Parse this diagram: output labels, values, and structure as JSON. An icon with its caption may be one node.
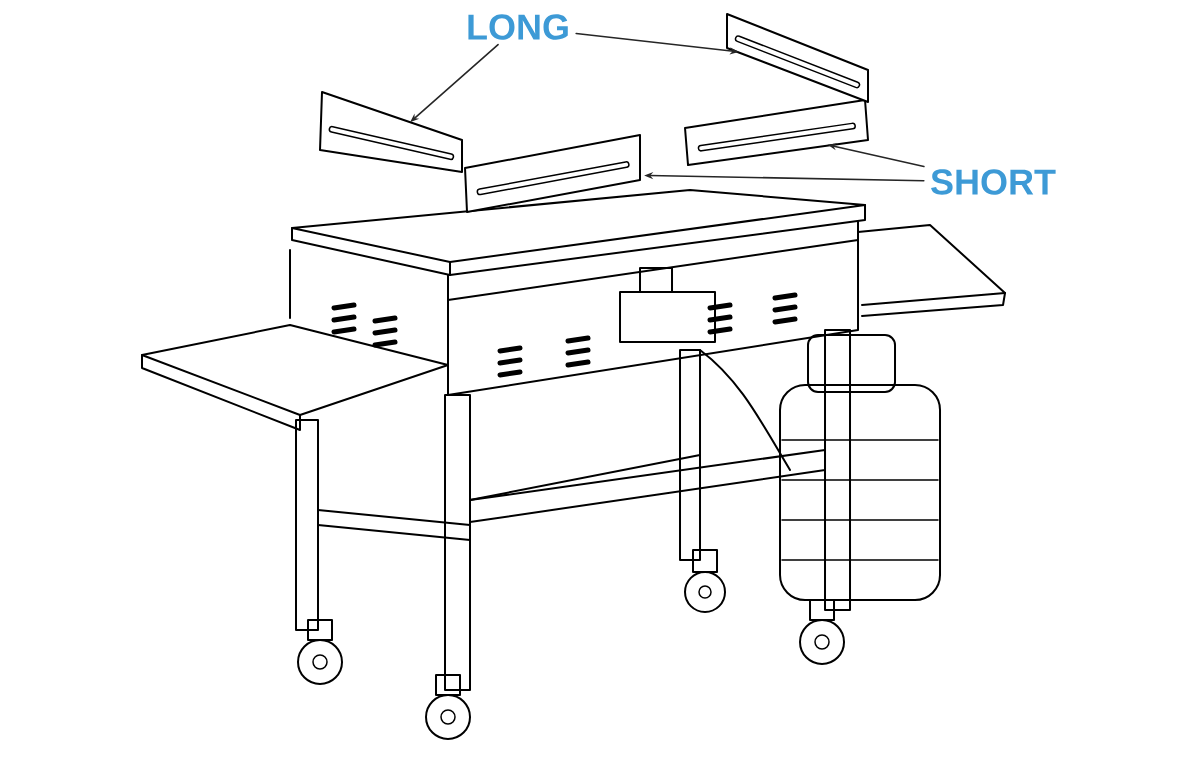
{
  "diagram": {
    "nodes": [
      {
        "text": [
          "LONG"
        ]
      },
      {
        "text": [
          "SHORT"
        ]
      },
      {
        "text": [],
        "shape": "picture"
      },
      {
        "text": [],
        "shape": "picture"
      },
      {
        "text": [],
        "shape": "picture"
      },
      {
        "text": [],
        "shape": "picture"
      }
    ],
    "edges": [
      {
        "from": 0,
        "to": 2,
        "arrow": "to"
      },
      {
        "from": 0,
        "to": 5,
        "arrow": "to"
      },
      {
        "from": 1,
        "to": 4,
        "arrow": "to"
      },
      {
        "from": 1,
        "to": 3,
        "arrow": "to"
      }
    ]
  }
}
